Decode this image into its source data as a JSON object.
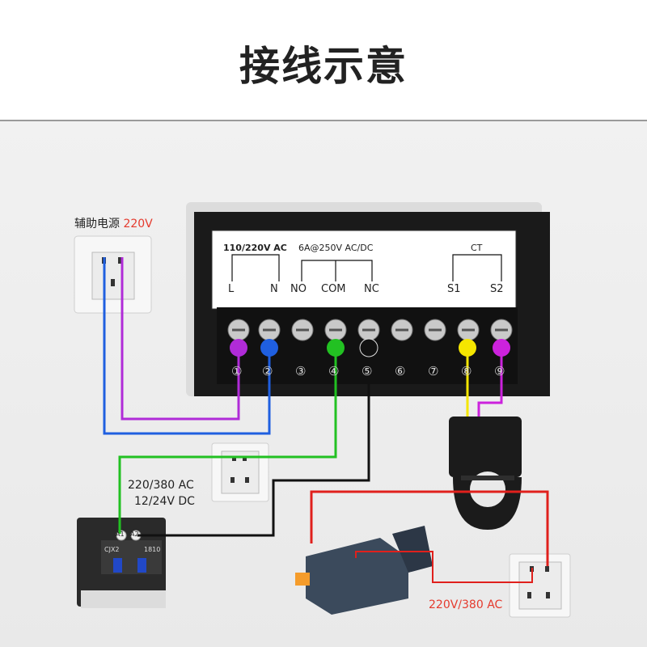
{
  "title": "接线示意",
  "aux_power": {
    "label": "辅助电源",
    "voltage": "220V"
  },
  "panel": {
    "supply_label": "110/220V AC",
    "relay_label": "6A@250V AC/DC",
    "ct_label": "CT",
    "terminals_top": [
      "L",
      "N",
      "NO",
      "COM",
      "NC",
      "S1",
      "S2"
    ],
    "terminal_numbers": [
      "①",
      "②",
      "③",
      "④",
      "⑤",
      "⑥",
      "⑦",
      "⑧",
      "⑨"
    ]
  },
  "contactor": {
    "label_line1": "220/380 AC",
    "label_line2": "12/24V DC",
    "pins": [
      "A1",
      "A2"
    ],
    "model": "CJX2",
    "small": "1810"
  },
  "load_supply": {
    "label": "220V/380 AC"
  },
  "colors": {
    "purple": "#b02bd8",
    "blue": "#1f5fe0",
    "green": "#22c122",
    "black": "#111111",
    "yellow": "#f5e600",
    "magenta": "#cc22dd",
    "red": "#e0201c",
    "accent_red": "#e53a2d"
  }
}
